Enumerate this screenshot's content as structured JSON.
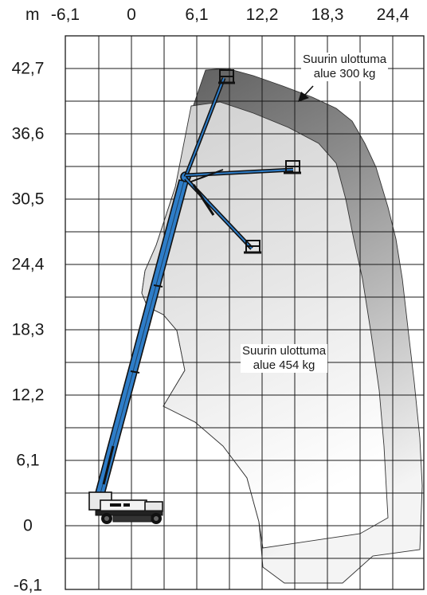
{
  "diagram": {
    "unit": "m",
    "x_tick_labels": [
      "-6,1",
      "0",
      "6,1",
      "12,2",
      "18,3",
      "24,4"
    ],
    "y_tick_labels": [
      "42,7",
      "36,6",
      "30,5",
      "24,4",
      "18,3",
      "12,2",
      "6,1",
      "0",
      "-6,1"
    ],
    "zones": [
      {
        "line1": "Suurin ulottuma",
        "line2": "alue 300 kg",
        "shade": "dark-gray"
      },
      {
        "line1": "Suurin ulottuma",
        "line2": "alue 454 kg",
        "shade": "light-gray"
      }
    ],
    "boom_color": "#2e7dc8"
  }
}
